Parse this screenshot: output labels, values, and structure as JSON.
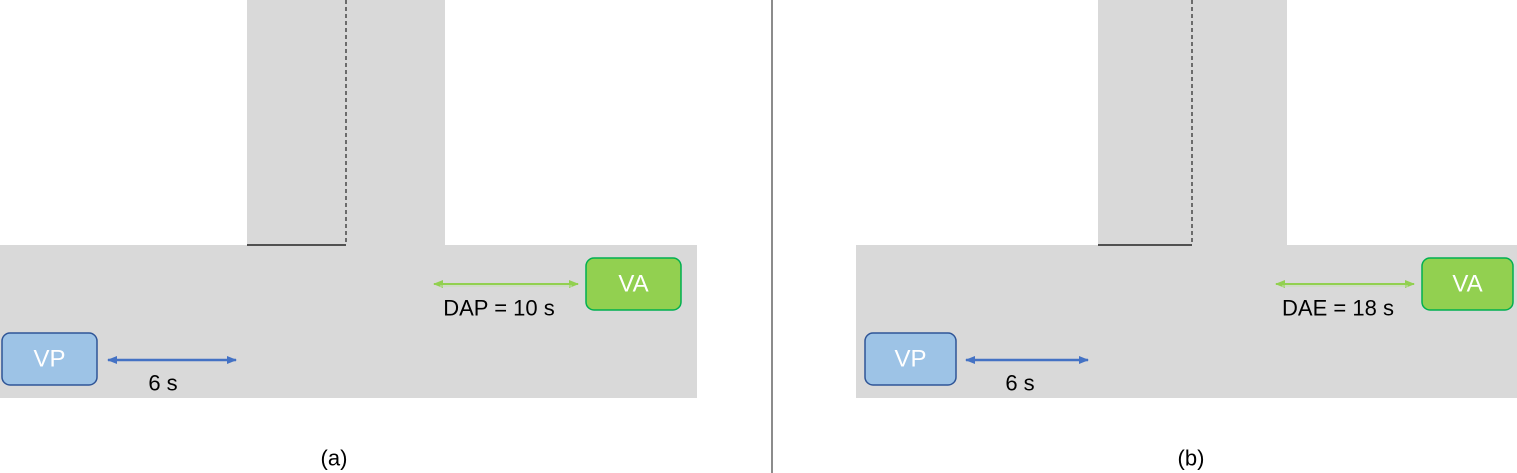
{
  "colors": {
    "road": "#d9d9d9",
    "vp_fill": "#9dc3e6",
    "vp_stroke": "#2f5597",
    "va_fill": "#92d050",
    "va_stroke": "#00b050",
    "blue_arrow": "#4472c4",
    "green_arrow": "#92d050",
    "divider": "#404040"
  },
  "panels": [
    {
      "caption": "(a)",
      "vp_label": "VP",
      "va_label": "VA",
      "vp_distance_label": "6 s",
      "va_distance_label": "DAP = 10 s"
    },
    {
      "caption": "(b)",
      "vp_label": "VP",
      "va_label": "VA",
      "vp_distance_label": "6 s",
      "va_distance_label": "DAE = 18 s"
    }
  ]
}
